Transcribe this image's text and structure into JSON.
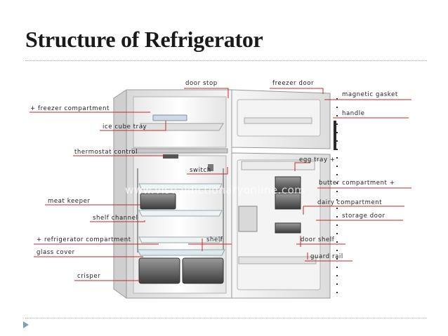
{
  "title": "Structure of Refrigerator",
  "watermark": "www.visualdictionaryonline.com",
  "labels": {
    "door_stop": "door stop",
    "freezer_door": "freezer door",
    "magnetic_gasket": "magnetic gasket",
    "freezer_compartment": "+ freezer compartment",
    "handle": "handle",
    "ice_cube_tray": "ice cube tray",
    "thermostat_control": "thermostat control",
    "egg_tray": "egg tray +",
    "switch": "switch",
    "butter_compartment": "butter compartment +",
    "meat_keeper": "meat keeper",
    "dairy_compartment": "dairy compartment",
    "shelf_channel": "shelf channel",
    "storage_door": "storage door",
    "refrigerator_compartment": "+ refrigerator compartment",
    "shelf": "shelf",
    "door_shelf": "door shelf",
    "glass_cover": "glass cover",
    "guard_rail": "guard rail",
    "crisper": "crisper"
  },
  "colors": {
    "leader_line": "#c62828",
    "title": "#1a1a1a",
    "bullet": "#7aa0c0"
  },
  "icons": {
    "bullet": "triangle-bullet-icon"
  }
}
